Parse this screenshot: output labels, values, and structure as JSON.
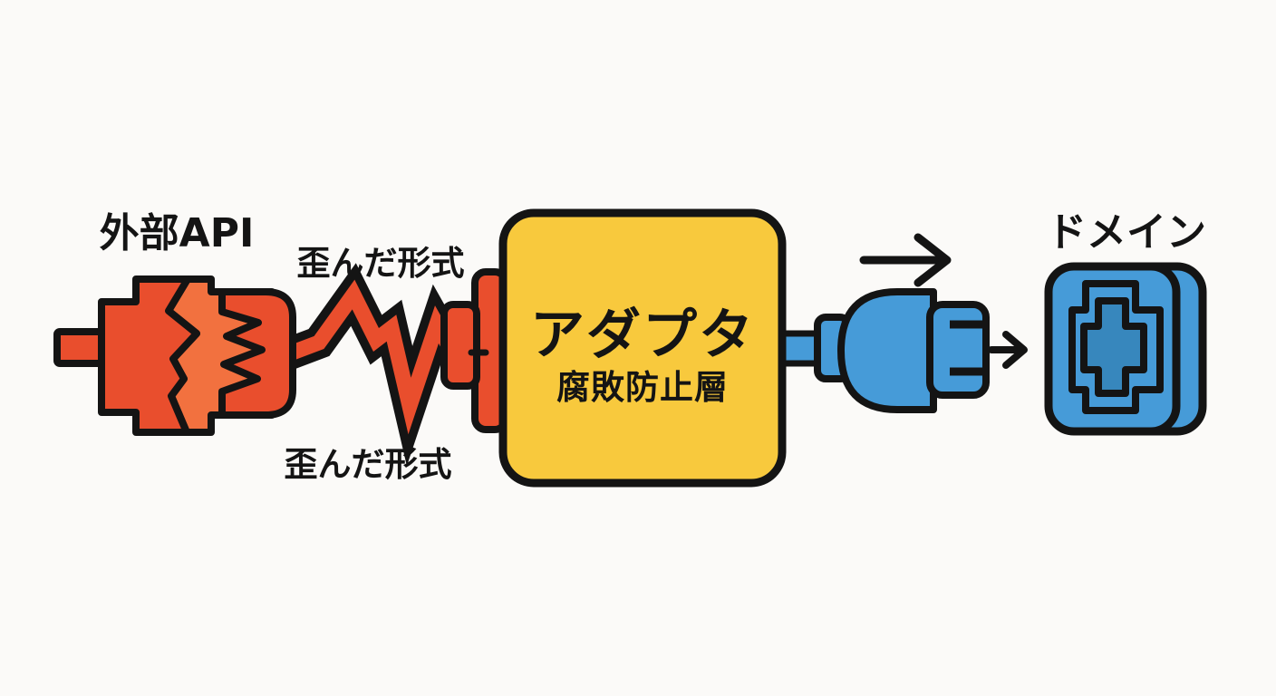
{
  "labels": {
    "external_api": "外部API",
    "distorted_format_top": "歪んだ形式",
    "distorted_format_bottom": "歪んだ形式",
    "adapter_title": "アダプタ",
    "adapter_subtitle": "腐敗防止層",
    "domain": "ドメイン"
  },
  "colors": {
    "background": "#fbfaf8",
    "red": "#e94e2d",
    "orange": "#f2713f",
    "yellow": "#f8c93d",
    "blue": "#469bd8",
    "blue_dark": "#3787bd",
    "outline": "#141414"
  },
  "icons": {
    "broken_plug": "broken-plug-icon",
    "distorted_zigzag": "distorted-signal-zigzag-icon",
    "adapter_inlet": "adapter-inlet-connector-icon",
    "adapter_box": "adapter-box",
    "clean_plug": "clean-plug-icon",
    "flow_arrow": "right-arrow-icon",
    "connect_arrow": "small-right-arrow-icon",
    "domain_socket": "domain-socket-icon"
  }
}
